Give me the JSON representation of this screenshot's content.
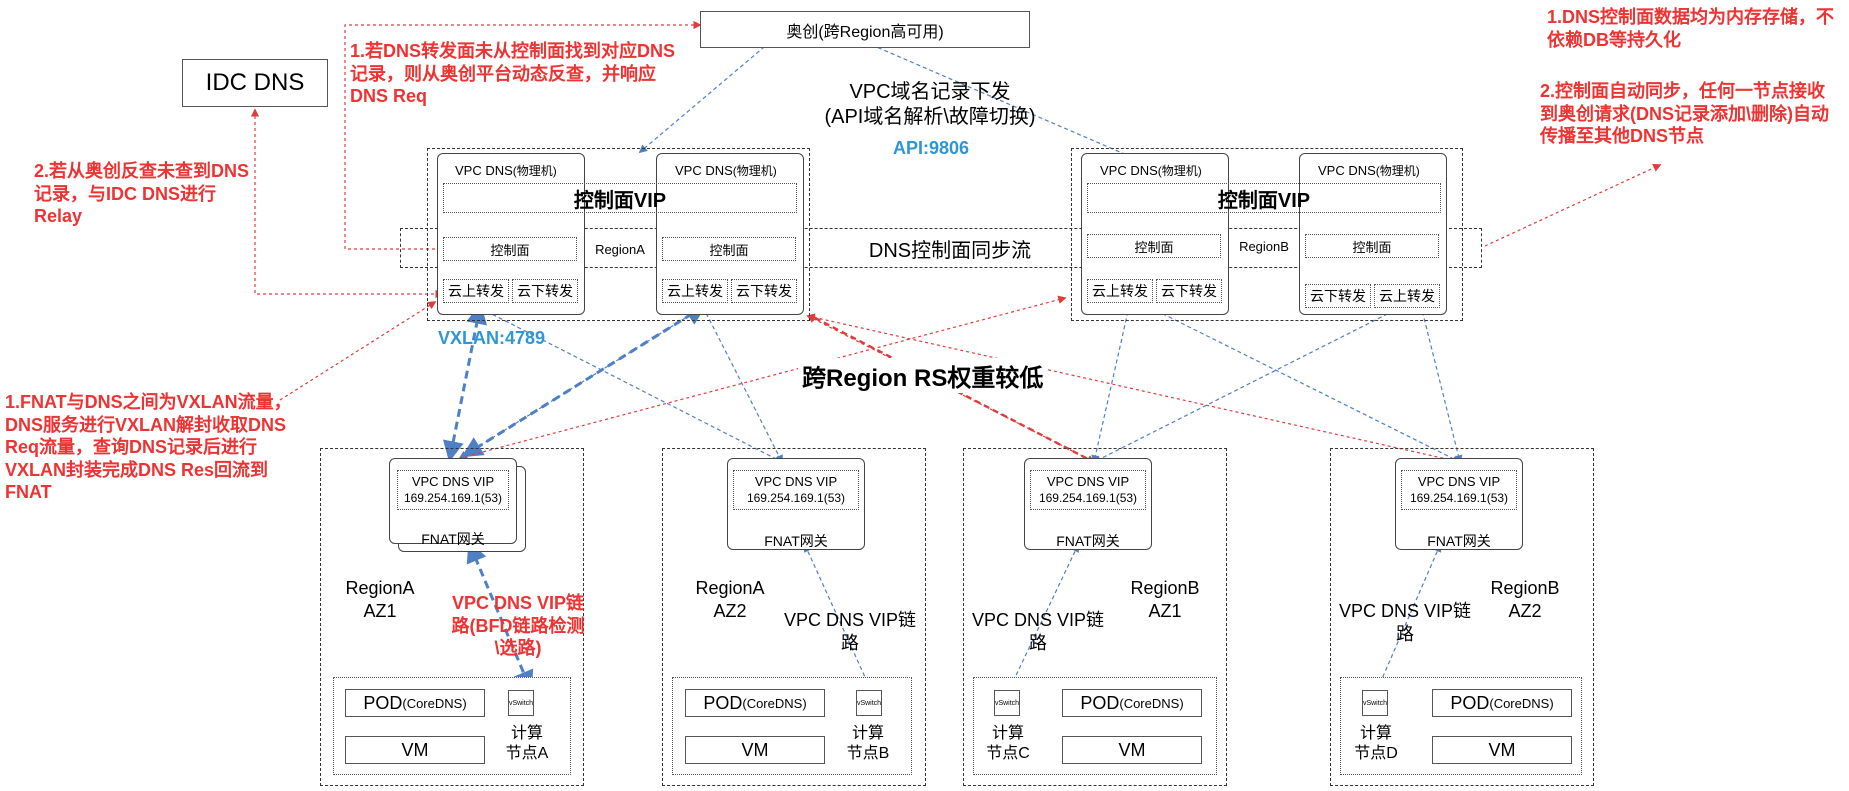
{
  "top": {
    "aochuang": "奥创(跨Region高可用)",
    "idc_dns": "IDC DNS",
    "vpc_record": "VPC域名记录下发",
    "vpc_record_sub": "(API域名解析\\故障切换)",
    "api_port": "API:9806",
    "sync_flow": "DNS控制面同步流",
    "vxlan_port": "VXLAN:4789",
    "cross_region": "跨Region RS权重较低"
  },
  "notes": {
    "left1": "1.若DNS转发面未从控制面找到对应DNS记录，则从奥创平台动态反查，并响应DNS Req",
    "left2": "2.若从奥创反查未查到DNS记录，与IDC DNS进行Relay",
    "left3": "1.FNAT与DNS之间为VXLAN流量，DNS服务进行VXLAN解封收取DNS Req流量，查询DNS记录后进行VXLAN封装完成DNS Res回流到FNAT",
    "right1": "1.DNS控制面数据均为内存存储，不依赖DB等持久化",
    "right2": "2.控制面自动同步，任何一节点接收到奥创请求(DNS记录添加\\删除)自动传播至其他DNS节点",
    "vip_link": "VPC DNS VIP链路(BFD链路检测\\选路)"
  },
  "cluster": {
    "vpc_dns_main": "VPC DNS",
    "vpc_dns_sub": "(物理机)",
    "control_vip": "控制面VIP",
    "control_plane": "控制面",
    "cloud_up": "云上转发",
    "cloud_down": "云下转发",
    "region_a": "RegionA",
    "region_b": "RegionB"
  },
  "az": {
    "vip_title": "VPC DNS VIP",
    "vip_ip": "169.254.169.1(53)",
    "fnat": "FNAT网关",
    "vip_link_plain": "VPC DNS VIP链路",
    "pod_main": "POD",
    "pod_sub": "(CoreDNS)",
    "vm": "VM",
    "vswitch": "vSwitch",
    "compute": "计算",
    "a1_region": "RegionA",
    "a1_az": "AZ1",
    "a1_node": "节点A",
    "a2_region": "RegionA",
    "a2_az": "AZ2",
    "a2_node": "节点B",
    "b1_region": "RegionB",
    "b1_az": "AZ1",
    "b1_node": "节点C",
    "b2_region": "RegionB",
    "b2_az": "AZ2",
    "b2_node": "节点D"
  },
  "colors": {
    "red": "#e03c3c",
    "blue": "#4f7fc4",
    "text_red": "#ee3333",
    "text_blue": "#2e96d4"
  }
}
